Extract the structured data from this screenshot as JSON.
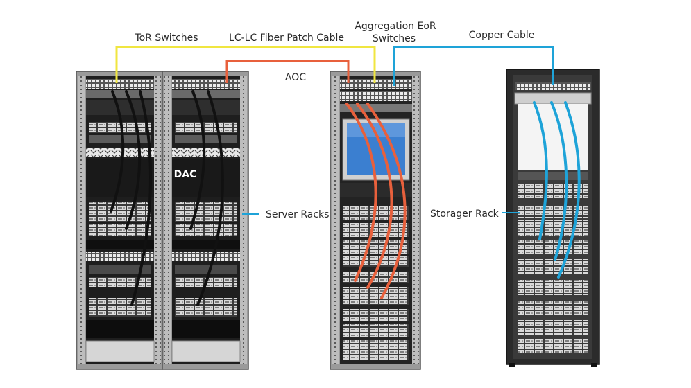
{
  "labels": {
    "tor_switches": "ToR Switches",
    "lc_lc_fiber": "LC-LC Fiber Patch Cable",
    "aggregation_line1": "Aggregation EoR",
    "aggregation_line2": "Switches",
    "copper_cable": "Copper Cable",
    "aoc": "AOC",
    "dac": "DAC",
    "server_racks": "Server Racks",
    "storage_rack": "Storager Rack"
  },
  "colors": {
    "tor_cable": "#f0e640",
    "fiber_cable": "#e8603c",
    "copper_cable": "#1ea3d8",
    "dac_cable": "#111111",
    "rack_frame_light": "#8a8a8a",
    "rack_frame_dark": "#2b2b2b",
    "label_text": "#2a2a2a",
    "monitor_screen": "#3b7fd0"
  },
  "icons": {
    "server_rack": "server-rack-icon",
    "storage_rack": "storage-rack-icon",
    "switch": "network-switch-icon",
    "monitor": "monitor-icon"
  }
}
